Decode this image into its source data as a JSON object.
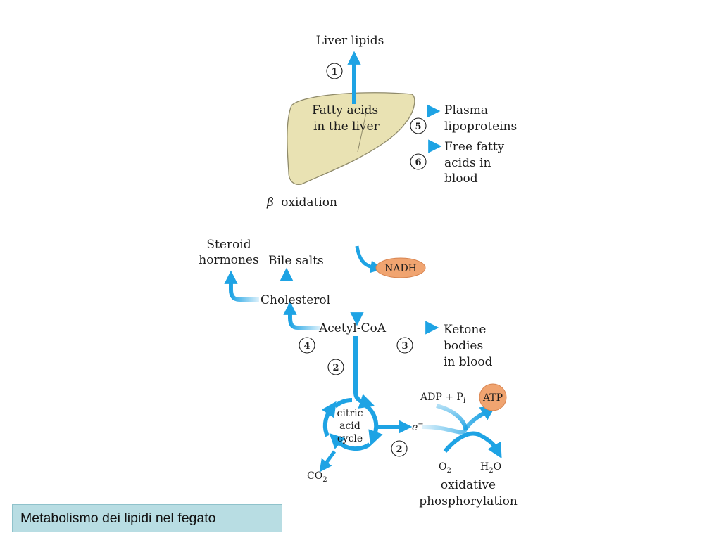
{
  "diagram": {
    "liver_lipids": "Liver lipids",
    "fatty_acids_line1": "Fatty acids",
    "fatty_acids_line2": "in the liver",
    "plasma_line1": "Plasma",
    "plasma_line2": "lipoproteins",
    "ffa_line1": "Free fatty",
    "ffa_line2": "acids in",
    "ffa_line3": "blood",
    "beta_symbol": "β",
    "beta_text": "oxidation",
    "steroid_line1": "Steroid",
    "steroid_line2": "hormones",
    "bile_salts": "Bile salts",
    "cholesterol": "Cholesterol",
    "nadh": "NADH",
    "acetyl_coa": "Acetyl-CoA",
    "ketone_line1": "Ketone",
    "ketone_line2": "bodies",
    "ketone_line3": "in blood",
    "cycle_line1": "citric",
    "cycle_line2": "acid",
    "cycle_line3": "cycle",
    "electron": "e",
    "electron_sup": "−",
    "adp_text": "ADP + P",
    "adp_sub": "i",
    "atp": "ATP",
    "o2_main": "O",
    "o2_sub": "2",
    "h2o_h": "H",
    "h2o_sub": "2",
    "h2o_o": "O",
    "co2_main": "CO",
    "co2_sub": "2",
    "oxphos_line1": "oxidative",
    "oxphos_line2": "phosphorylation",
    "step1": "1",
    "step2a": "2",
    "step2b": "2",
    "step3": "3",
    "step4": "4",
    "step5": "5",
    "step6": "6"
  },
  "caption": "Metabolismo dei lipidi nel fegato",
  "colors": {
    "arrow": "#1ea3e4",
    "liver_fill": "#e9e2b3",
    "liver_stroke": "#8f8a6a",
    "badge": "#f0a470",
    "caption_bg": "#b8dde3"
  }
}
